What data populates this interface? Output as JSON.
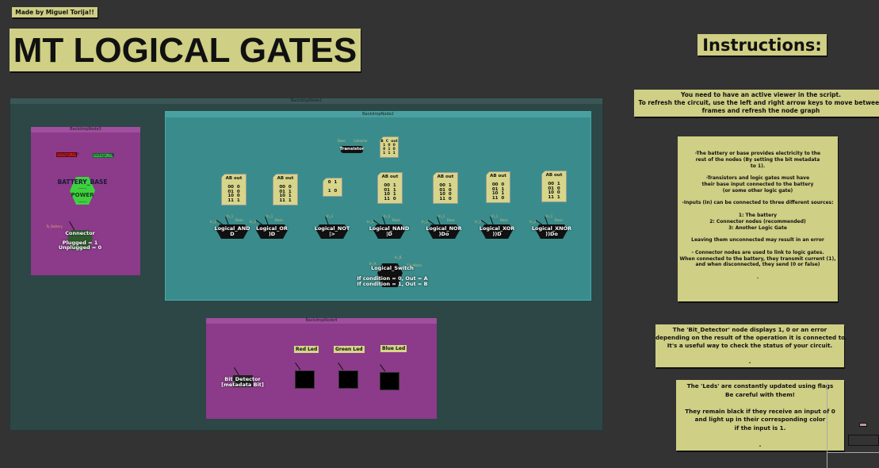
{
  "credit": "Made by Miguel Torija!!",
  "title": "MT LOGICAL GATES",
  "instructions_title": "Instructions:",
  "backdrops": {
    "outer": "BackdropNode1",
    "teal": "BackdropNode2",
    "battery": "BackdropNode3",
    "output": "BackdropNode4"
  },
  "colors": {
    "background": "#333333",
    "outer": "#2d4646",
    "teal": "#3a8c8c",
    "purple": "#8c3a8a",
    "sticky": "#cfcf85"
  },
  "battery": {
    "voltage_off": "Voltage_OFF",
    "voltage_on": "Voltage_ON",
    "base_label": "BATTERY_BASE",
    "dashes": "-----",
    "power": "POWER",
    "to_battery": "To_Battery",
    "connector": "Connector",
    "plugged": "Plugged = 1",
    "unplugged": "Unplugged = 0"
  },
  "transistor": {
    "label": "Transistor",
    "pin_base": "Base",
    "pin_collector": "Collector",
    "table": "B  C  out\n1  0  0\n0  1  0\n1  1  1"
  },
  "gates": [
    {
      "name": "Logical_AND",
      "symbol": "D",
      "table": "AB out\n\n00  0\n01  0\n10  0\n11  1"
    },
    {
      "name": "Logical_OR",
      "symbol": ")D",
      "table": "AB out\n\n00  0\n01  1\n10  1\n11  1"
    },
    {
      "name": "Logical_NOT",
      "symbol": "|>",
      "table": "0  1\n\n1  0"
    },
    {
      "name": "Logical_NAND",
      "symbol": "|D",
      "table": "AB out\n\n00  1\n01  1\n10  1\n11  0"
    },
    {
      "name": "Logical_NOR",
      "symbol": ")Do",
      "table": "AB out\n\n00  1\n01  0\n10  0\n11  0"
    },
    {
      "name": "Logical_XOR",
      "symbol": "))D",
      "table": "AB out\n\n00  0\n01  1\n10  1\n11  0"
    },
    {
      "name": "Logical_XNOR",
      "symbol": "))Do",
      "table": "AB out\n\n00  1\n01  0\n10  0\n11  1"
    }
  ],
  "pins": {
    "in1": "In_1",
    "in2": "In_2",
    "base": "Base",
    "in_a": "In_A",
    "in_b": "In_B",
    "condition": "Condition"
  },
  "switch": {
    "label": "Logical_Switch",
    "line1": "If condition = 0, Out = A",
    "line2": "If condition = 1, Out = B"
  },
  "outputs": {
    "detector": "Bit_Detector",
    "detector_sub": "[metadata Bit]",
    "red": "Red Led",
    "green": "Green Led",
    "blue": "Blue Led"
  },
  "notes": {
    "n1": "You need to have an active viewer in the script.\nTo refresh the circuit, use the left and right arrow keys to move between\nframes and refresh the node graph",
    "n2": "-The battery or base provides electricity to the\nrest of the nodes (By setting the bit metadata\nto 1).\n\n-Transistors and logic gates must have\ntheir base input connected to the battery\n(or some other logic gate)\n\n-Inputs (In) can be connected to three different sources:\n\n1: The battery\n2: Connector nodes (recommended)\n3: Another Logic Gate\n\nLeaving them unconnected may result in an error\n\n- Connector nodes are used to link to logic gates.\nWhen connected to the battery, they transmit current (1),\nand when disconnected, they send (0 or false)\n\n.",
    "n3": "The 'Bit_Detector' node displays 1, 0 or an error\ndepending on the result of the operation it is connected to.\nIt's a useful way to check the status of your circuit.\n\n.",
    "n4": "The 'Leds' are constantly updated using flags\nBe careful with them!\n\nThey remain black if they receive an input of 0\nand light up in their corresponding color\nif the input is 1.\n\n."
  }
}
